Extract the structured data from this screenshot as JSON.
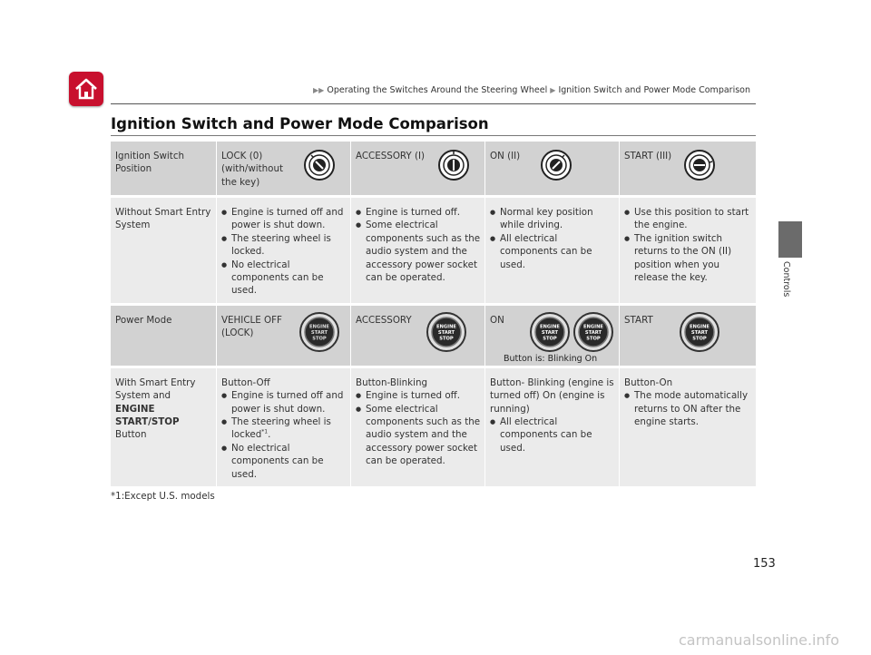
{
  "header": {
    "breadcrumb_part1": "Operating the Switches Around the Steering Wheel",
    "breadcrumb_part2": "Ignition Switch and Power Mode Comparison"
  },
  "title": "Ignition Switch and Power Mode Comparison",
  "side_tab": "Controls",
  "table": {
    "row1": {
      "label": "Ignition Switch Position",
      "lock": "LOCK (0) (with/without the key)",
      "accessory": "ACCESSORY (I)",
      "on": "ON (II)",
      "start": "START (III)"
    },
    "row2": {
      "label": "Without Smart Entry System",
      "lock_items": [
        "Engine is turned off and power is shut down.",
        "The steering wheel is locked.",
        "No electrical components can be used."
      ],
      "accessory_items": [
        "Engine is turned off.",
        "Some electrical components such as the audio system and the accessory power socket can be operated."
      ],
      "on_items": [
        "Normal key position while driving.",
        "All electrical components can be used."
      ],
      "start_items": [
        "Use this position to start the engine.",
        "The ignition switch returns to the ON (II) position when you release the key."
      ]
    },
    "row3": {
      "label": "Power Mode",
      "lock": "VEHICLE OFF (LOCK)",
      "accessory": "ACCESSORY",
      "on": "ON",
      "start": "START",
      "caption": "Button is: Blinking     On"
    },
    "row4": {
      "label_part1": "With Smart Entry System and ",
      "label_bold": "ENGINE START/STOP",
      "label_part2": "Button",
      "lock_heading": "Button-Off",
      "lock_item1": "Engine is turned off and power is shut down.",
      "lock_item2": "The steering wheel is locked",
      "lock_item2_sup": "*1",
      "lock_item3": "No electrical components can be used.",
      "accessory_heading": "Button-Blinking",
      "accessory_items": [
        "Engine is turned off.",
        "Some electrical components such as the audio system and the accessory power socket can be operated."
      ],
      "on_heading": "Button- Blinking (engine is turned off) On (engine is running)",
      "on_items": [
        "All electrical components can be used."
      ],
      "start_heading": "Button-On",
      "start_items": [
        "The mode automatically returns to ON after the engine starts."
      ]
    }
  },
  "button_text": {
    "line1": "ENGINE",
    "line2": "START",
    "line3": "STOP"
  },
  "footnote": "*1:Except U.S. models",
  "page_number": "153",
  "watermark": "carmanualsonline.info",
  "colors": {
    "home_red": "#c8102e",
    "header_gray": "#d2d2d2",
    "body_gray": "#ebebeb",
    "side_tab": "#6b6b6b"
  }
}
